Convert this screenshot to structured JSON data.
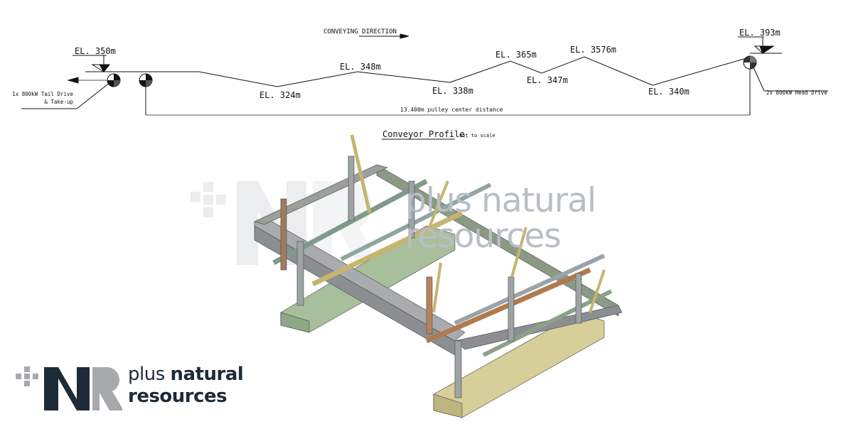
{
  "profile": {
    "direction_label": "CONVEYING DIRECTION",
    "elevations": [
      "EL. 350m",
      "EL. 324m",
      "EL. 348m",
      "EL. 338m",
      "EL. 365m",
      "EL. 347m",
      "EL. 3576m",
      "EL. 340m",
      "EL. 393m"
    ],
    "tail_drive_line1": "1x 800kW Tail Drive",
    "tail_drive_line2": "& Take-up",
    "head_drive": "2x 800kW Head Drive",
    "distance_label": "13.400m pulley center distance",
    "title": "Conveyor Profile",
    "subtitle": "not to scale"
  },
  "logo": {
    "mark": "NR",
    "line1_light": "plus ",
    "line1_bold": "natural",
    "line2": "resources"
  },
  "watermark": {
    "line1": "plus natural",
    "line2": "resources"
  },
  "colors": {
    "navy": "#1d2b38",
    "grey": "#a7a9ad",
    "concrete_green": "#a8bf9c",
    "concrete_yellow": "#d7cf9a"
  }
}
